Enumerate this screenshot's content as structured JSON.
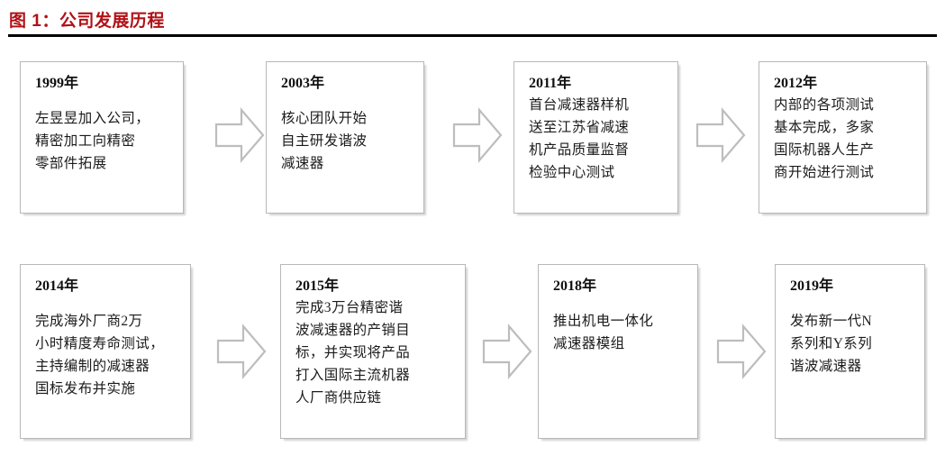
{
  "figure": {
    "title": "图 1：公司发展历程",
    "title_color": "#b01116",
    "rule_color": "#000000"
  },
  "timeline": {
    "box_border_color": "#b8b8b8",
    "arrow_color": "#bdbdbd",
    "nodes": [
      {
        "id": "node-1999",
        "year": "1999年",
        "body": "左昱昱加入公司，\n精密加工向精密\n零部件拓展",
        "spacing": "spaced"
      },
      {
        "id": "node-2003",
        "year": "2003年",
        "body": "核心团队开始\n自主研发谐波\n减速器",
        "spacing": "spaced"
      },
      {
        "id": "node-2011",
        "year": "2011年",
        "body": "首台减速器样机\n送至江苏省减速\n机产品质量监督\n检验中心测试",
        "spacing": "tight"
      },
      {
        "id": "node-2012",
        "year": "2012年",
        "body": "内部的各项测试\n基本完成，多家\n国际机器人生产\n商开始进行测试",
        "spacing": "tight"
      },
      {
        "id": "node-2014",
        "year": "2014年",
        "body": "完成海外厂商2万\n小时精度寿命测试，\n主持编制的减速器\n国标发布并实施",
        "spacing": "spaced"
      },
      {
        "id": "node-2015",
        "year": "2015年",
        "body": "完成3万台精密谐\n波减速器的产销目\n标，并实现将产品\n打入国际主流机器\n人厂商供应链",
        "spacing": "tight"
      },
      {
        "id": "node-2018",
        "year": "2018年",
        "body": "推出机电一体化\n减速器模组",
        "spacing": "spaced"
      },
      {
        "id": "node-2019",
        "year": "2019年",
        "body": "发布新一代N\n系列和Y系列\n谐波减速器",
        "spacing": "spaced"
      }
    ],
    "arrows": [
      {
        "id": "arrow-1999-2003",
        "label": "右箭头"
      },
      {
        "id": "arrow-2003-2011",
        "label": "右箭头"
      },
      {
        "id": "arrow-2011-2012",
        "label": "右箭头"
      },
      {
        "id": "arrow-2014-2015",
        "label": "右箭头"
      },
      {
        "id": "arrow-2015-2018",
        "label": "右箭头"
      },
      {
        "id": "arrow-2018-2019",
        "label": "右箭头"
      }
    ]
  }
}
